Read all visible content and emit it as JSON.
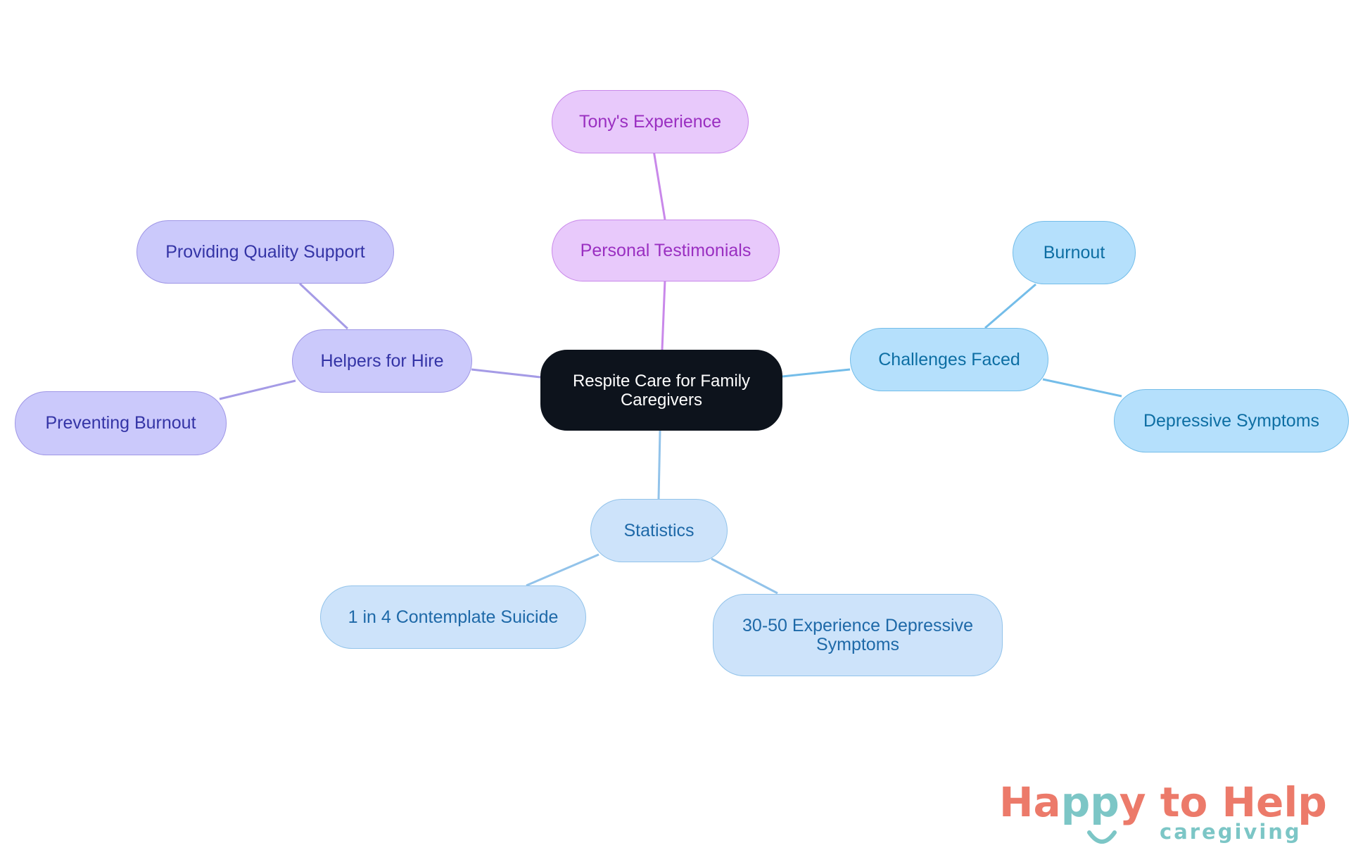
{
  "mindmap": {
    "root": {
      "label": "Respite Care for Family Caregivers"
    },
    "branches": {
      "personal_testimonials": {
        "label": "Personal Testimonials",
        "children": [
          {
            "label": "Tony's Experience"
          }
        ]
      },
      "helpers_for_hire": {
        "label": "Helpers for Hire",
        "children": [
          {
            "label": "Providing Quality Support"
          },
          {
            "label": "Preventing Burnout"
          }
        ]
      },
      "challenges_faced": {
        "label": "Challenges Faced",
        "children": [
          {
            "label": "Burnout"
          },
          {
            "label": "Depressive Symptoms"
          }
        ]
      },
      "statistics": {
        "label": "Statistics",
        "children": [
          {
            "label": "1 in 4 Contemplate Suicide"
          },
          {
            "label": "30-50 Experience Depressive Symptoms"
          }
        ]
      }
    }
  },
  "colors": {
    "root": "#0d131c",
    "purple": "#e8c9fb",
    "indigo": "#cbc9fb",
    "sky": "#b5e0fc",
    "blue": "#cde3fa",
    "logo_coral": "#ec7a6a",
    "logo_teal": "#7cc6c6"
  },
  "logo": {
    "title_part1": "Ha",
    "title_pp": "pp",
    "title_part2": "y to Help",
    "subtitle": "caregiving"
  }
}
